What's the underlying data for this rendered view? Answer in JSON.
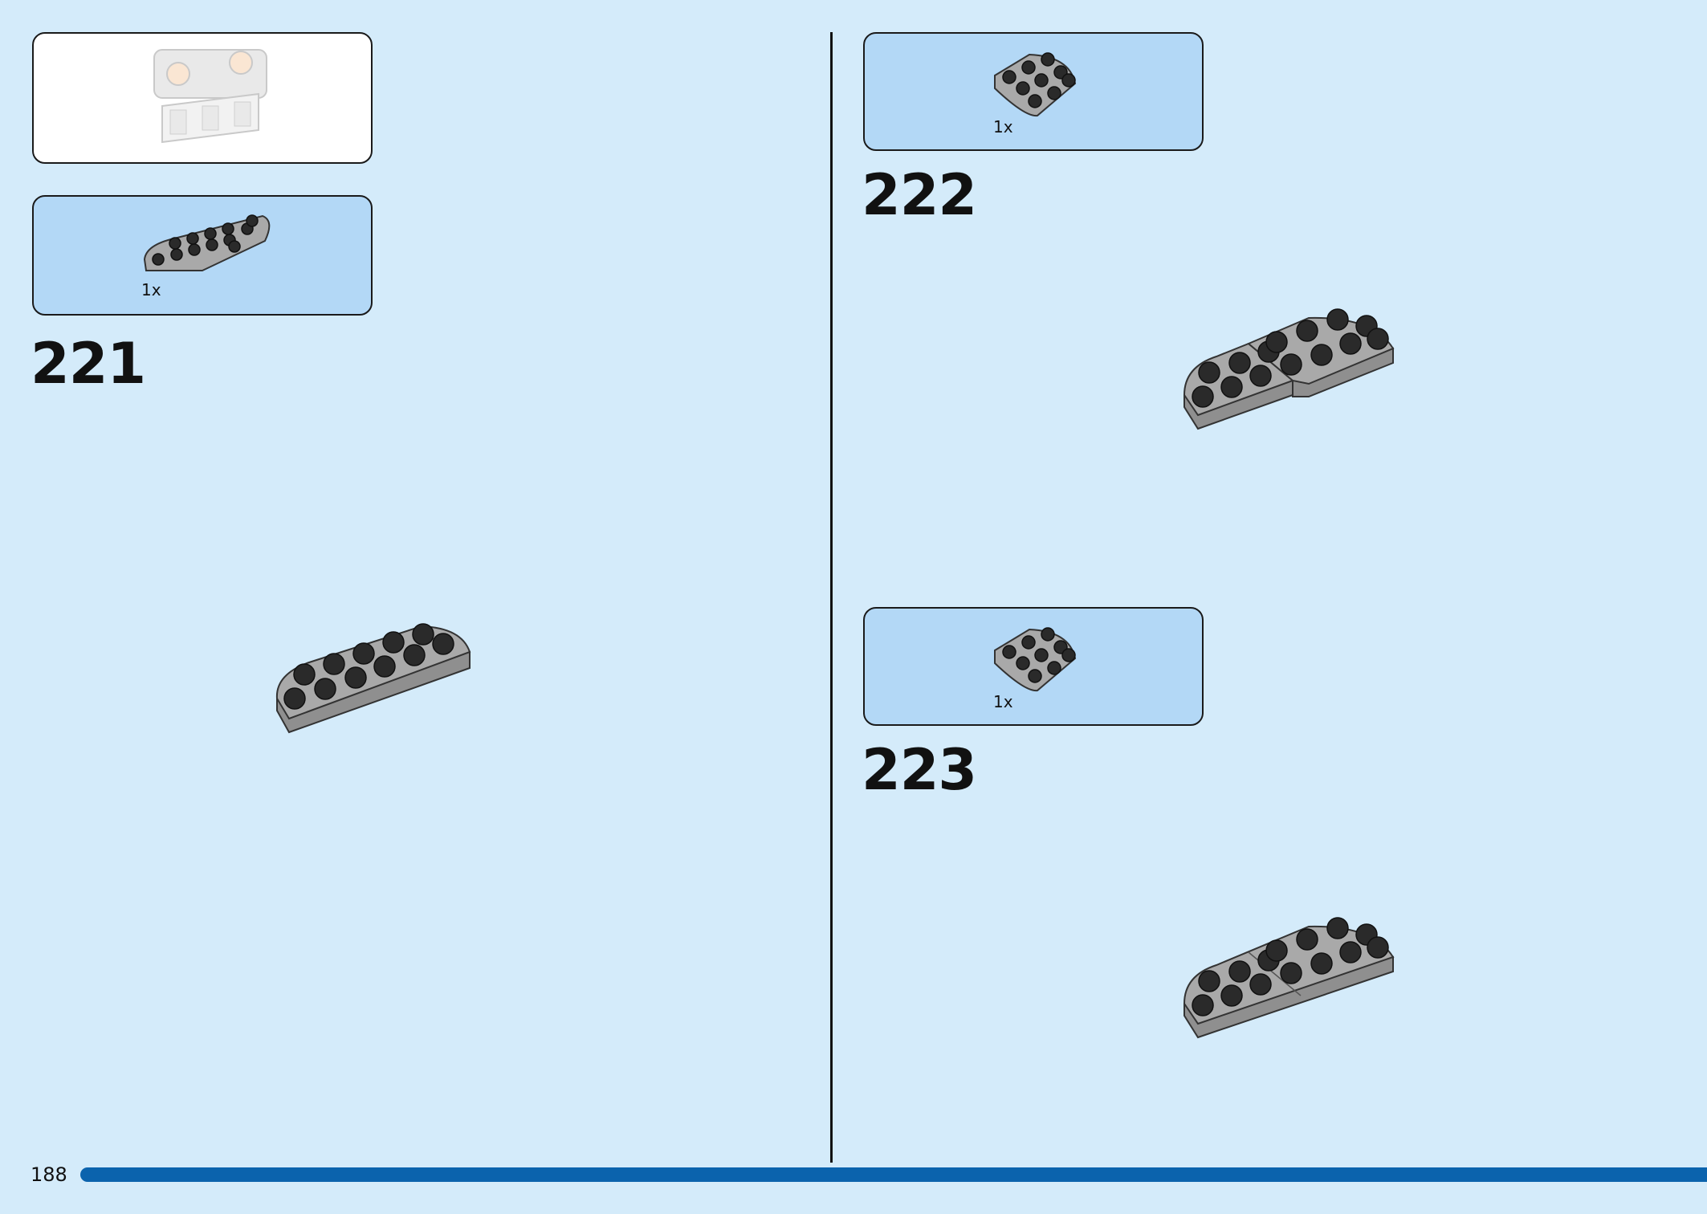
{
  "page": {
    "number": "188"
  },
  "steps": [
    {
      "number": "221",
      "parts_label": "1x"
    },
    {
      "number": "222",
      "parts_label": "1x"
    },
    {
      "number": "223",
      "parts_label": "1x"
    }
  ],
  "colors": {
    "background": "#d4ebfa",
    "parts_panel": "#b3d8f6",
    "progress_bar": "#0b63ad",
    "plate_grey": "#a9a9a9"
  },
  "icons": [
    "assembly-preview-icon",
    "half-round-plate-icon",
    "quarter-round-plate-icon"
  ]
}
